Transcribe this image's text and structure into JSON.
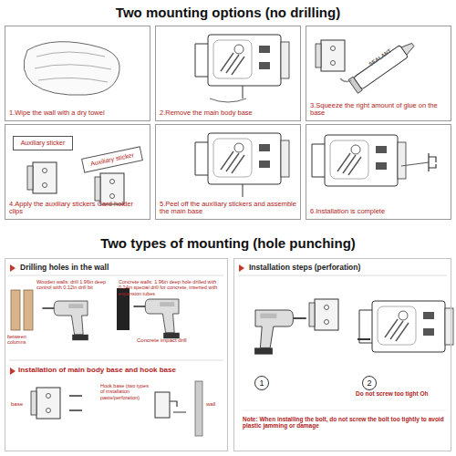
{
  "diagram": {
    "title": "Two mounting options (no drilling)",
    "nodes": [
      {
        "text": [
          "1.Wipe the wall with a dry towel"
        ]
      },
      {
        "text": [
          "2.Remove the main body base"
        ]
      },
      {
        "text": [
          "3.Squeeze the right amount of glue on the base"
        ]
      },
      {
        "text": [
          "4.Apply the auxiliary stickers Card holder clips"
        ]
      },
      {
        "text": [
          "Auxiliary sticker"
        ],
        "in": 3
      },
      {
        "text": [
          "Auxiliary sticker"
        ],
        "in": 3
      },
      {
        "text": [
          "5.Peel off the auxiliary stickers and assemble the main base"
        ]
      },
      {
        "text": [
          "6.Installation is complete"
        ]
      },
      {
        "text": [
          "Drilling holes in the wall"
        ]
      },
      {
        "text": [
          "Installation steps (perforation)"
        ]
      },
      {
        "text": [
          "1"
        ],
        "in": 9
      },
      {
        "text": [
          "2"
        ],
        "in": 9
      }
    ],
    "labels": [
      "Two types of mounting (hole punching)",
      "SEALANT",
      "Wooden walls: drill 1.96in deep control with 0.12in drill bit",
      "Concrete walls: 1.96in deep hole drilled with 0.24in special drill for concrete, inserted with expansion tubes",
      "between columns",
      "Concrete impact drill",
      "Installation of main body base and hook base",
      "base",
      "Hook base (two types of installation paste/perforation)",
      "wall",
      "Do not screw too tight Oh",
      "Note: When installing the bolt, do not screw the bolt too tightly to avoid plastic jamming or damage"
    ]
  }
}
